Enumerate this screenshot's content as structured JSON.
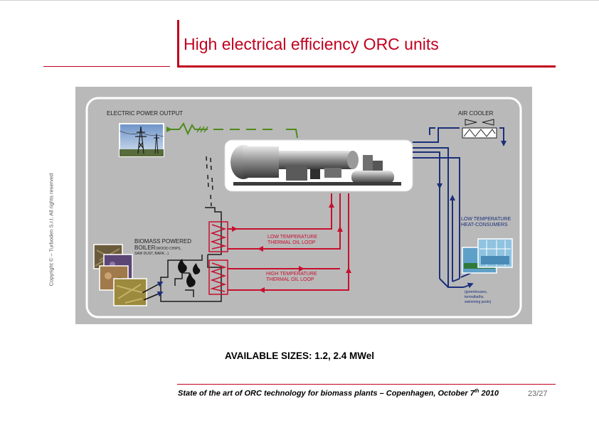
{
  "slide": {
    "title": "High electrical efficiency ORC units",
    "copyright": "Copyright © – Turboden S.r.l. All rights reserved",
    "available_sizes": "AVAILABLE SIZES: 1.2, 2.4 MWel",
    "footer_before_sup": "State of the art of ORC technology for biomass plants – Copenhagen, October 7",
    "footer_sup": "th",
    "footer_after_sup": " 2010",
    "page_number": "23/27"
  },
  "diagram": {
    "electric_power_output": "ELECTRIC  POWER OUTPUT",
    "air_cooler": "AIR COOLER",
    "biomass_boiler_line1": "BIOMASS POWERED",
    "biomass_boiler_line2": "BOILER",
    "biomass_boiler_note1": "(WOOD CHIPS,",
    "biomass_boiler_note2": "SAW DUST, BARK...)",
    "low_temp_loop_line1": "LOW TEMPERATURE",
    "low_temp_loop_line2": "THERMAL OIL LOOP",
    "high_temp_loop_line1": "HIGH TEMPERATURE",
    "high_temp_loop_line2": "THERMAL OIL LOOP",
    "heat_consumers_line1": "LOW TEMPERATURE",
    "heat_consumers_line2": "HEAT-CONSUMERS",
    "consumers_note1": "(greenhouses,",
    "consumers_note2": "termalbaths,",
    "consumers_note3": "swimming pools)",
    "colors": {
      "background": "#b9b9b9",
      "thermal_oil": "#c8102e",
      "water_loop": "#1b2f7a",
      "electric": "#4e8a1e",
      "outline": "#ffffff"
    }
  }
}
